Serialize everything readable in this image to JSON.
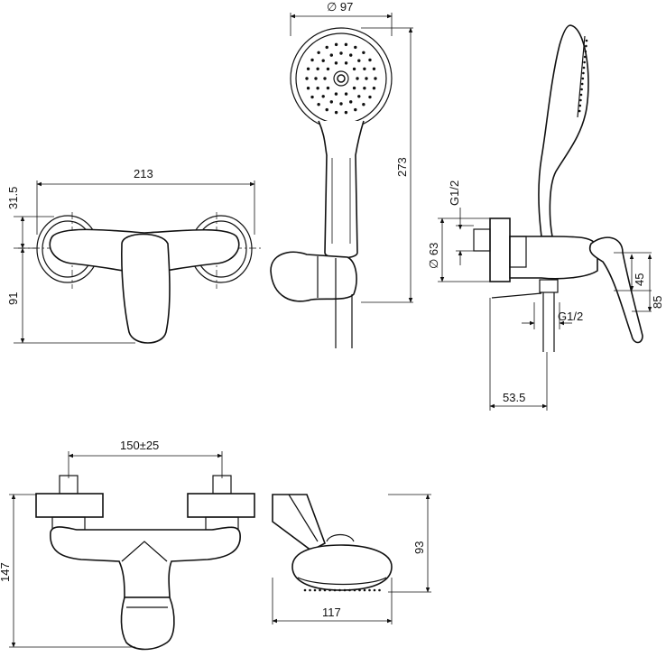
{
  "dimensions": {
    "top_width": "213",
    "top_offset": "31.5",
    "front_height": "91",
    "handshower_diameter": "∅ 97",
    "handshower_length": "273",
    "thread_top": "G1/2",
    "rosette_diameter": "∅ 63",
    "outlet_height": "45",
    "lever_height": "85",
    "thread_bottom": "G1/2",
    "depth": "53.5",
    "center_distance": "150±25",
    "total_height": "147",
    "head_height": "93",
    "head_width": "117"
  },
  "colors": {
    "line": "#111111",
    "background": "#ffffff"
  }
}
